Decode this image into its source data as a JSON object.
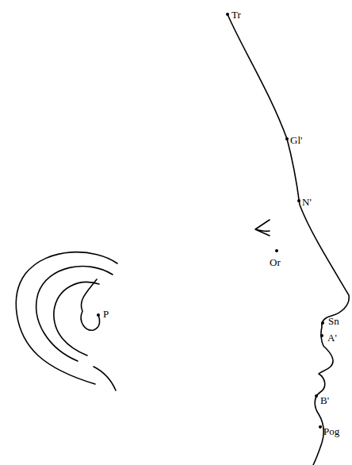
{
  "diagram": {
    "labels": [
      "Tr",
      "Gl'",
      "N'",
      "Or",
      "P",
      "Sn",
      "A'",
      "B'",
      "Pog"
    ]
  }
}
